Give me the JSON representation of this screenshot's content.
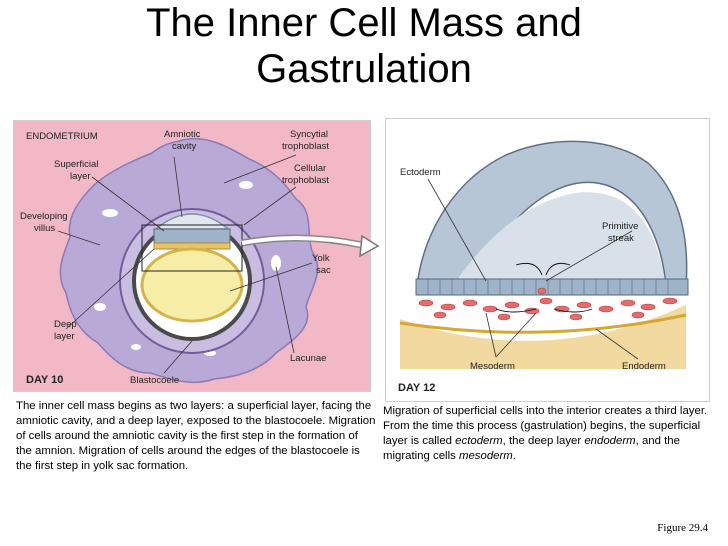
{
  "title": {
    "line1": "The Inner Cell Mass and",
    "line2": "Gastrulation"
  },
  "left_panel": {
    "stage": "DAY 10",
    "labels": {
      "endometrium": "ENDOMETRIUM",
      "amniotic_1": "Amniotic",
      "amniotic_2": "cavity",
      "syncytial_1": "Syncytial",
      "syncytial_2": "trophoblast",
      "cellular_1": "Cellular",
      "cellular_2": "trophoblast",
      "superficial_1": "Superficial",
      "superficial_2": "layer",
      "developing_1": "Developing",
      "developing_2": "villus",
      "yolk_1": "Yolk",
      "yolk_2": "sac",
      "deep_1": "Deep",
      "deep_2": "layer",
      "lacunae": "Lacunae",
      "blastocoele": "Blastocoele"
    },
    "caption": "The inner cell mass begins as two layers: a superficial layer, facing the amniotic cavity, and a deep layer, exposed to the blastocoele. Migration of cells around the amniotic cavity is the first step in the formation of the amnion. Migration of cells around the edges of the blastocoele is the first step in yolk sac formation."
  },
  "right_panel": {
    "stage": "DAY 12",
    "labels": {
      "ectoderm": "Ectoderm",
      "primitive_1": "Primitive",
      "primitive_2": "streak",
      "mesoderm": "Mesoderm",
      "endoderm": "Endoderm"
    },
    "caption": {
      "part1": "Migration of superficial cells into the interior creates a third layer. From the time this process (gastrulation) begins, the superficial layer is called ",
      "ectoderm": "ectoderm",
      "part2": ", the deep layer ",
      "endoderm": "endoderm",
      "part3": ", and the migrating cells ",
      "mesoderm": "mesoderm",
      "part4": "."
    }
  },
  "figure_label": "Figure 29.4",
  "colors": {
    "endometrium": "#f2b8c6",
    "trophoblast": "#b9a9d6",
    "cellular_tissue": "#c9bde2",
    "yolk": "#f6eda6",
    "amnion": "#9fb3c8",
    "mesoderm_cells": "#e86b6b",
    "inner_tissue": "#f1d9a0"
  }
}
